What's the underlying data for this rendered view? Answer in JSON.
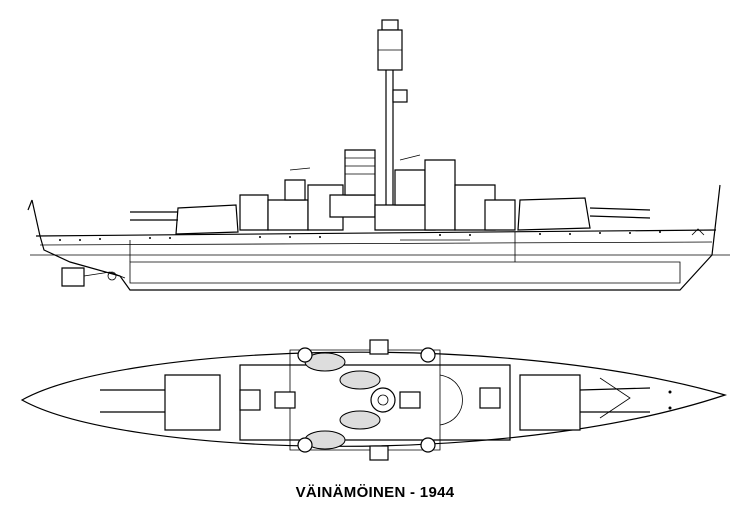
{
  "drawing": {
    "caption": "VÄINÄMÖINEN - 1944",
    "views": [
      "side-profile",
      "plan-view"
    ]
  }
}
